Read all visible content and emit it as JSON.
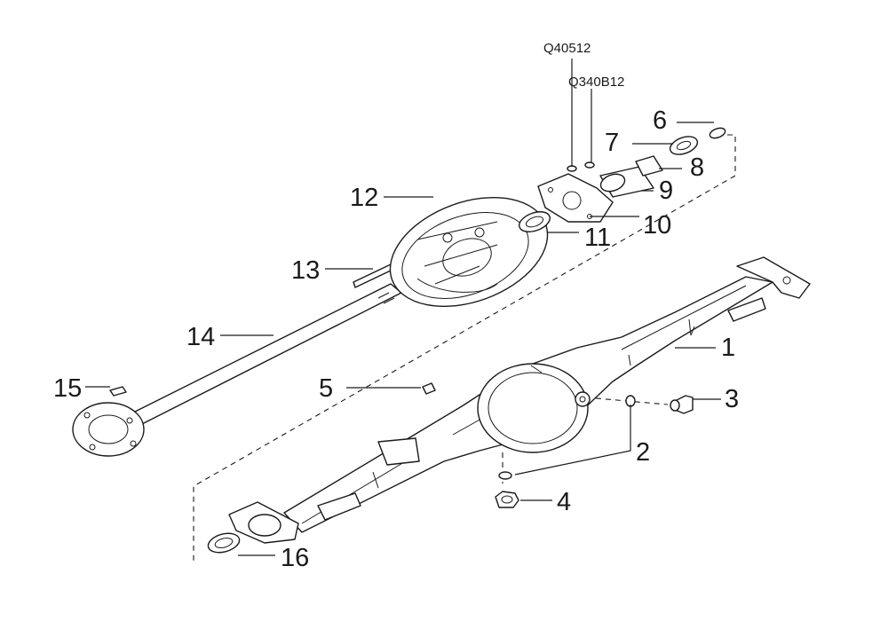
{
  "diagram": {
    "codes": [
      "Q40512",
      "Q340B12"
    ],
    "callouts": [
      {
        "id": "1",
        "label": "1"
      },
      {
        "id": "2",
        "label": "2"
      },
      {
        "id": "3",
        "label": "3"
      },
      {
        "id": "4",
        "label": "4"
      },
      {
        "id": "5",
        "label": "5"
      },
      {
        "id": "6",
        "label": "6"
      },
      {
        "id": "7",
        "label": "7"
      },
      {
        "id": "8",
        "label": "8"
      },
      {
        "id": "9",
        "label": "9"
      },
      {
        "id": "10",
        "label": "10"
      },
      {
        "id": "11",
        "label": "11"
      },
      {
        "id": "12",
        "label": "12"
      },
      {
        "id": "13",
        "label": "13"
      },
      {
        "id": "14",
        "label": "14"
      },
      {
        "id": "15",
        "label": "15"
      },
      {
        "id": "16",
        "label": "16"
      }
    ]
  }
}
